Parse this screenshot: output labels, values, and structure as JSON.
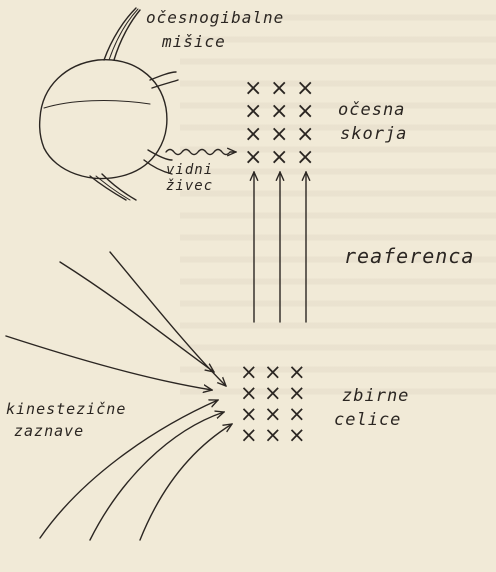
{
  "labels": {
    "ocesnogibalne": "očesnogibalne",
    "misice": "mišice",
    "ocesna": "očesna",
    "skorja": "skorja",
    "vidni": "vidni",
    "zivec": "živec",
    "reaferenca": "reaferenca",
    "kinestezicne": "kinestezične",
    "zaznave": "zaznave",
    "zbirne": "zbirne",
    "celice": "celice"
  },
  "marks": {
    "cross_glyph": "×"
  },
  "colors": {
    "paper": "#f1ead7",
    "ink": "#2b2622"
  }
}
